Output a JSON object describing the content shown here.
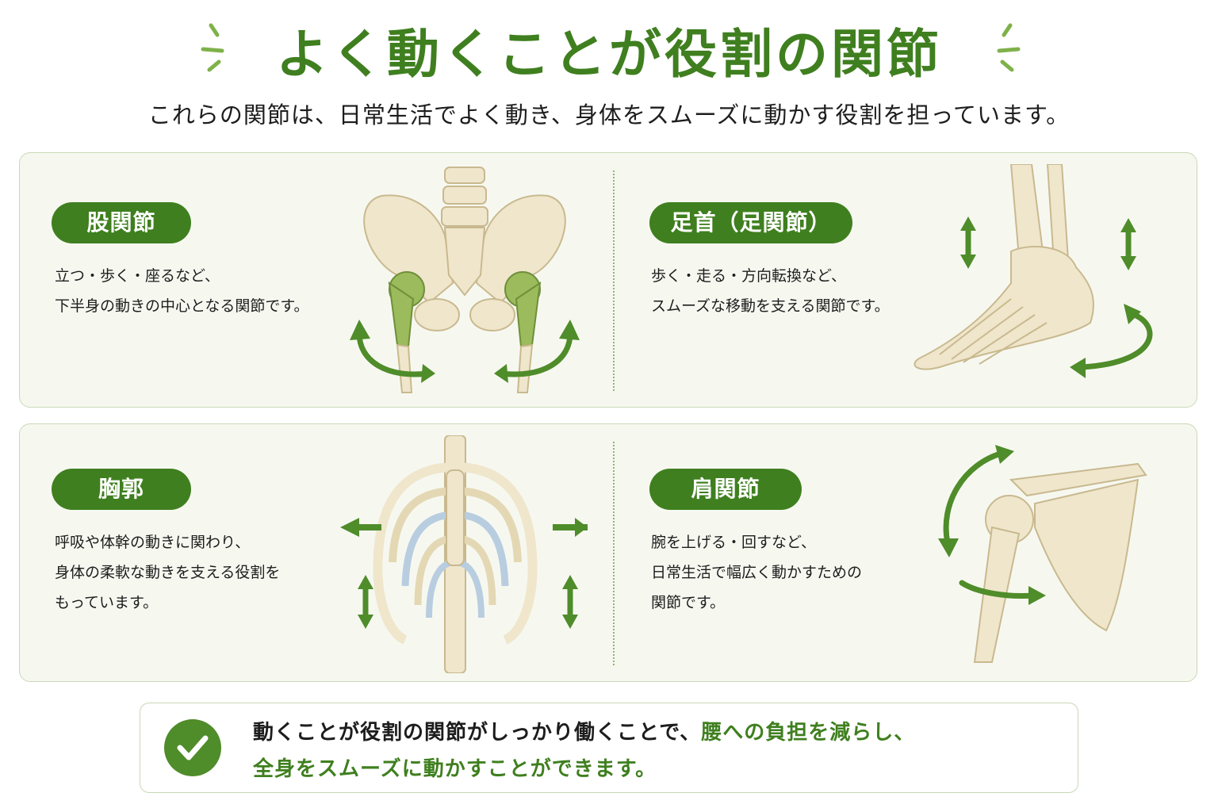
{
  "header": {
    "title": "よく動くことが役割の関節",
    "subtitle": "これらの関節は、日常生活でよく動き、身体をスムーズに動かす役割を担っています。"
  },
  "joints": [
    {
      "label": "股関節",
      "description": "立つ・歩く・座るなど、\n下半身の動きの中心となる関節です。",
      "illustration": "hip-joint"
    },
    {
      "label": "足首（足関節）",
      "description": "歩く・走る・方向転換など、\nスムーズな移動を支える関節です。",
      "illustration": "ankle-joint"
    },
    {
      "label": "胸郭",
      "description": "呼吸や体幹の動きに関わり、\n身体の柔軟な動きを支える役割を\nもっています。",
      "illustration": "rib-cage"
    },
    {
      "label": "肩関節",
      "description": "腕を上げる・回すなど、\n日常生活で幅広く動かすための\n関節です。",
      "illustration": "shoulder-joint"
    }
  ],
  "summary": {
    "line1_plain": "動くことが役割の関節がしっかり働くことで、",
    "line1_highlight": "腰への負担を減らし、",
    "line2_highlight": "全身をスムーズに動かすことができます。",
    "icon": "check-icon"
  },
  "colors": {
    "accent": "#3f7f1f",
    "highlight_joint": "#9cbb5c",
    "bone": "#efe6cc",
    "cartilage": "#b8cde0",
    "panel_bg": "#f6f8f0"
  }
}
